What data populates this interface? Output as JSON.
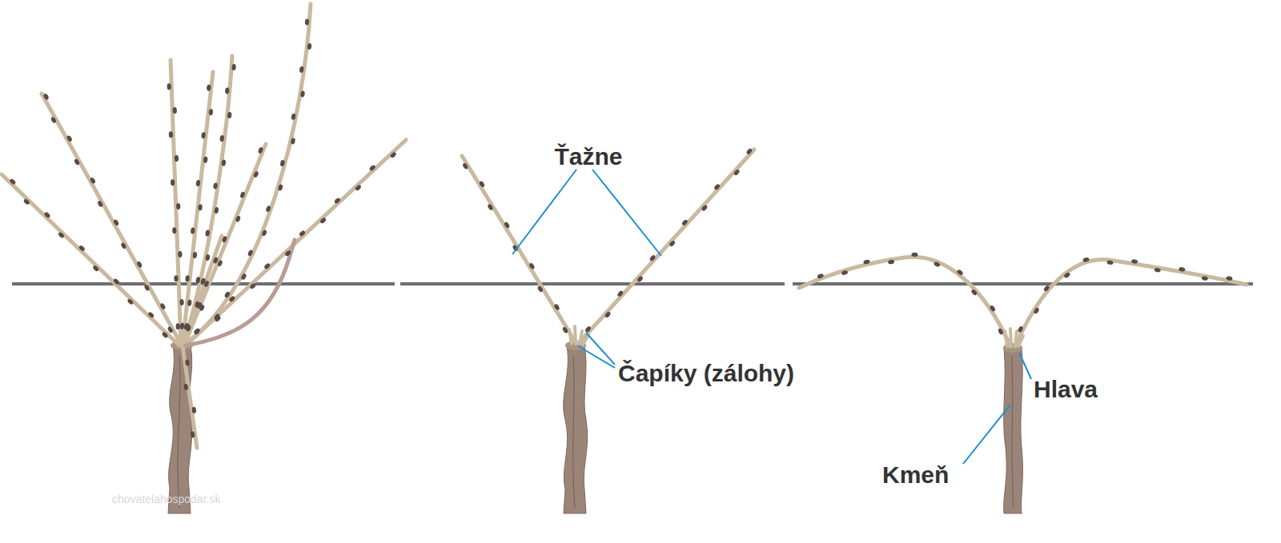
{
  "diagram": {
    "labels": [
      "Ťažne",
      "Čapíky (zálohy)",
      "Hlava",
      "Kmeň",
      "chovatelahospodar.sk"
    ]
  }
}
